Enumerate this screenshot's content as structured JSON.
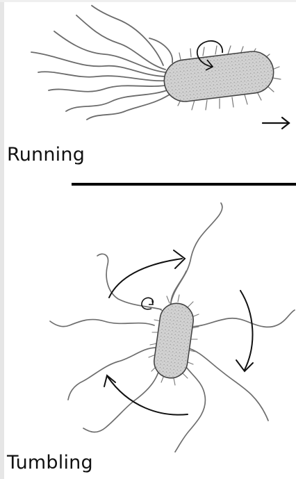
{
  "panels": [
    {
      "id": "running",
      "label": "Running"
    },
    {
      "id": "tumbling",
      "label": "Tumbling"
    }
  ],
  "colors": {
    "ink": "#111111",
    "cell_fill": "#cfcfcf",
    "flagella": "#6e6e6e",
    "separator": "#000000"
  },
  "icons": [
    "rotation-arrow-icon",
    "direction-arrow-icon",
    "tumble-arrow-icon"
  ]
}
